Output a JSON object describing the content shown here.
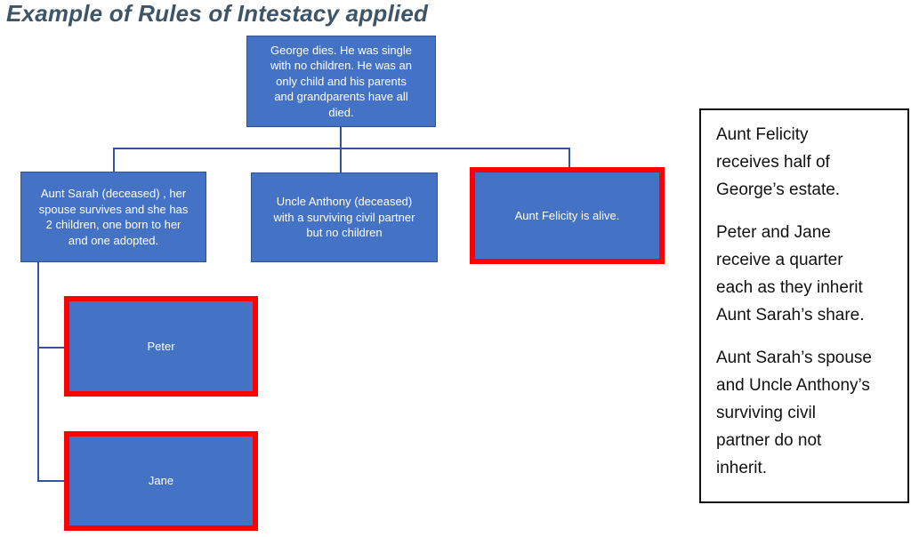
{
  "title": "Example of Rules of Intestacy applied",
  "colors": {
    "node_fill": "#4472c4",
    "node_border": "#2f5597",
    "highlight_border": "#fe0000",
    "connector": "#33559f",
    "title_text": "#3e5568",
    "notes_border": "#111111",
    "node_text": "#ffffff",
    "notes_text": "#111111"
  },
  "chart_data": {
    "type": "table",
    "title": "Example of Rules of Intestacy applied",
    "structure": "family tree: George at top; children row: Aunt Sarah, Uncle Anthony, Aunt Felicity; Aunt Sarah's children: Peter, Jane"
  },
  "nodes": {
    "george": {
      "text": "George dies. He was single\nwith no children. He was an\nonly child and his parents\nand grandparents have all\ndied.",
      "highlighted": false
    },
    "aunt_sarah": {
      "text": "Aunt Sarah (deceased) , her\nspouse survives and she has\n2 children, one born to her\nand one adopted.",
      "highlighted": false
    },
    "uncle_anthony": {
      "text": "Uncle Anthony (deceased)\nwith a surviving civil partner\nbut no children",
      "highlighted": false
    },
    "aunt_felicity": {
      "text": "Aunt Felicity is alive.",
      "highlighted": true
    },
    "peter": {
      "text": "Peter",
      "highlighted": true
    },
    "jane": {
      "text": "Jane",
      "highlighted": true
    }
  },
  "notes": {
    "paragraphs": [
      "Aunt Felicity\nreceives half of\nGeorge’s estate.",
      "Peter and Jane\nreceive a quarter\neach as they inherit\nAunt Sarah’s share.",
      "Aunt Sarah’s spouse\nand Uncle Anthony’s\nsurviving civil\npartner do not\ninherit."
    ]
  }
}
